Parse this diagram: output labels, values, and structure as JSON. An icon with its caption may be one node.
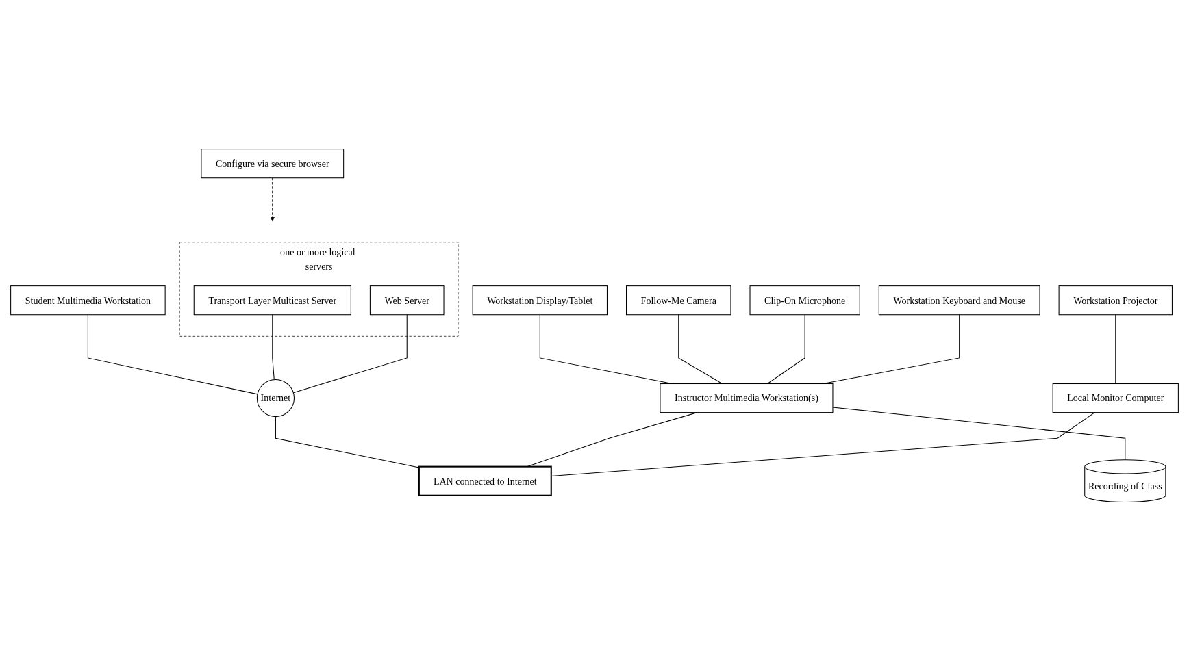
{
  "diagram": {
    "nodes": [
      {
        "text": [
          "Configure via secure browser"
        ]
      },
      {
        "text": [
          "Student Multimedia Workstation"
        ]
      },
      {
        "text": [
          "Follow-Me Camera"
        ]
      },
      {
        "text": [
          "Clip-On Microphone"
        ]
      },
      {
        "text": [
          "Workstation Display/Tablet"
        ]
      },
      {
        "text": [
          "Workstation Projector"
        ]
      },
      {
        "text": [
          "one or more logical servers"
        ]
      },
      {
        "text": [
          "Transport Layer Multicast Server"
        ],
        "in": 6
      },
      {
        "text": [
          "Web Server"
        ],
        "in": 6
      },
      {
        "text": [
          "Internet"
        ]
      },
      {
        "text": [
          "Workstation Keyboard and Mouse"
        ]
      },
      {
        "text": [
          "Instructor Multimedia Workstation(s)"
        ]
      },
      {
        "text": [
          "Recording of Class"
        ]
      },
      {
        "text": [
          "Local Monitor Computer"
        ]
      },
      {
        "text": [
          "LAN connected to Internet"
        ]
      }
    ],
    "edges": [
      {
        "from": 0,
        "to": 6,
        "arrow": "to",
        "style": "dashed"
      },
      {
        "from": 1,
        "to": 9,
        "arrow": "none"
      },
      {
        "from": 7,
        "to": 9,
        "arrow": "none"
      },
      {
        "from": 8,
        "to": 9,
        "arrow": "none"
      },
      {
        "from": 9,
        "to": 14,
        "arrow": "none"
      },
      {
        "from": 4,
        "to": 11,
        "arrow": "none"
      },
      {
        "from": 2,
        "to": 11,
        "arrow": "none"
      },
      {
        "from": 3,
        "to": 11,
        "arrow": "none"
      },
      {
        "from": 10,
        "to": 11,
        "arrow": "none"
      },
      {
        "from": 11,
        "to": 12,
        "arrow": "none"
      },
      {
        "from": 11,
        "to": 14,
        "arrow": "none"
      },
      {
        "from": 5,
        "to": 13,
        "arrow": "none"
      },
      {
        "from": 13,
        "to": 14,
        "arrow": "none"
      }
    ]
  }
}
